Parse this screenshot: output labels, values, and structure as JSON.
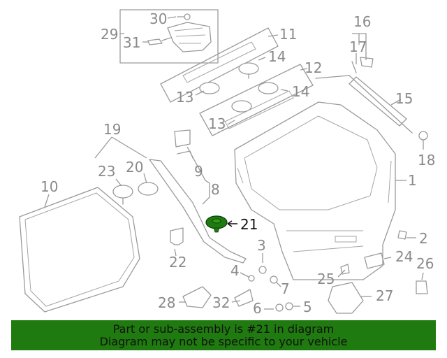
{
  "callouts": {
    "c1": "1",
    "c2": "2",
    "c3": "3",
    "c4": "4",
    "c5": "5",
    "c6": "6",
    "c7": "7",
    "c8": "8",
    "c9": "9",
    "c10": "10",
    "c11": "11",
    "c12": "12",
    "c13a": "13",
    "c13b": "13",
    "c14a": "14",
    "c14b": "14",
    "c15": "15",
    "c16": "16",
    "c17": "17",
    "c18": "18",
    "c19": "19",
    "c20": "20",
    "c21": "21",
    "c22": "22",
    "c23": "23",
    "c24": "24",
    "c25": "25",
    "c26": "26",
    "c27": "27",
    "c28": "28",
    "c29": "29",
    "c30": "30",
    "c31": "31",
    "c32": "32"
  },
  "highlight": {
    "part_number": "21",
    "color": "#1f7a0f"
  },
  "banner": {
    "line1": "Part or sub-assembly is #21 in diagram",
    "line2": "Diagram may not be specific to your vehicle",
    "background": "#1f7a0f"
  }
}
